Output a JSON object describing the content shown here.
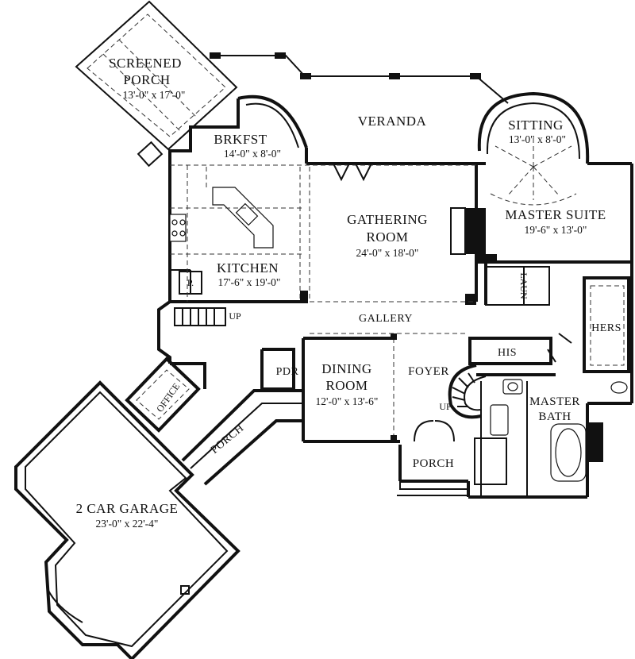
{
  "rooms": {
    "screened_porch": {
      "name_line1": "SCREENED",
      "name_line2": "PORCH",
      "dims": "13'-0\" x 17'-0\""
    },
    "veranda": {
      "name": "VERANDA"
    },
    "brkfst": {
      "name": "BRKFST",
      "dims": "14'-0\" x 8'-0\""
    },
    "sitting": {
      "name": "SITTING",
      "dims": "13'-0\" x 8'-0\""
    },
    "gathering_room": {
      "name_line1": "GATHERING",
      "name_line2": "ROOM",
      "dims": "24'-0\" x 18'-0\""
    },
    "master_suite": {
      "name": "MASTER SUITE",
      "dims": "19'-6\" x 13'-0\""
    },
    "kitchen": {
      "name": "KITCHEN",
      "dims": "17'-6\" x 19'-0\""
    },
    "pantry": {
      "label": "P."
    },
    "laun": {
      "label": "LAUN"
    },
    "gallery": {
      "name": "GALLERY"
    },
    "hers": {
      "label": "HERS"
    },
    "his": {
      "label": "HIS"
    },
    "pdr": {
      "label": "PDR"
    },
    "dining_room": {
      "name_line1": "DINING",
      "name_line2": "ROOM",
      "dims": "12'-0\" x 13'-6\""
    },
    "foyer": {
      "name": "FOYER"
    },
    "office": {
      "label": "OFFICE"
    },
    "master_bath": {
      "name_line1": "MASTER",
      "name_line2": "BATH"
    },
    "porch_side": {
      "label": "PORCH"
    },
    "porch_front": {
      "label": "PORCH"
    },
    "garage": {
      "name": "2 CAR GARAGE",
      "dims": "23'-0\" x 22'-4\""
    }
  },
  "stairs": {
    "up_label_main": "UP",
    "up_label_foyer": "UP"
  }
}
